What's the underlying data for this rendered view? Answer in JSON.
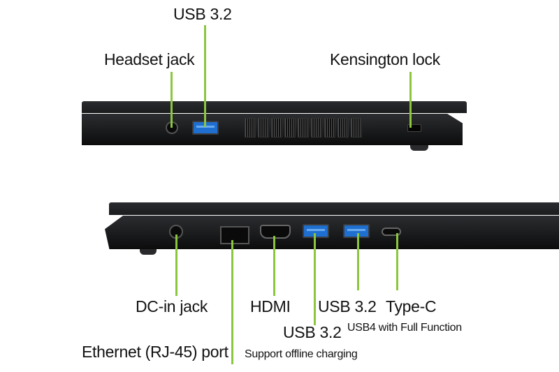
{
  "accent_color": "#8cc63f",
  "top_view": {
    "labels": {
      "usb": "USB 3.2",
      "headset": "Headset jack",
      "kensington": "Kensington lock"
    }
  },
  "bottom_view": {
    "labels": {
      "dc_in": "DC-in jack",
      "ethernet": "Ethernet (RJ-45) port",
      "ethernet_note": "Support offline charging",
      "hdmi": "HDMI",
      "usb_a": "USB 3.2",
      "usb_b": "USB 3.2",
      "type_c": "Type-C",
      "type_c_note": "USB4 with Full Function"
    }
  }
}
